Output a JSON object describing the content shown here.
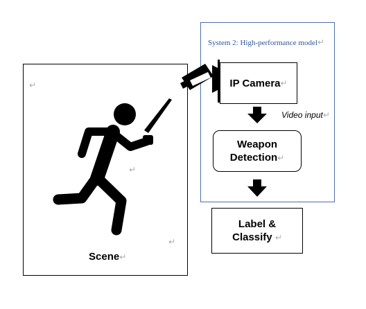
{
  "system": {
    "label": "System 2: High-performance model"
  },
  "nodes": {
    "camera": "IP Camera",
    "weapon_line1": "Weapon",
    "weapon_line2": "Detection",
    "label_line1": "Label &",
    "label_line2": "Classify"
  },
  "edges": {
    "video_input": "Video input"
  },
  "scene": {
    "label": "Scene"
  },
  "marks": {
    "return": "↵"
  },
  "icons": {
    "figure": "running-person-with-knife-icon",
    "camera": "cctv-camera-icon",
    "arrow": "arrow-down-icon"
  },
  "colors": {
    "system_border": "#4a6fa5",
    "system_text": "#2e5597",
    "ink": "#000000"
  }
}
